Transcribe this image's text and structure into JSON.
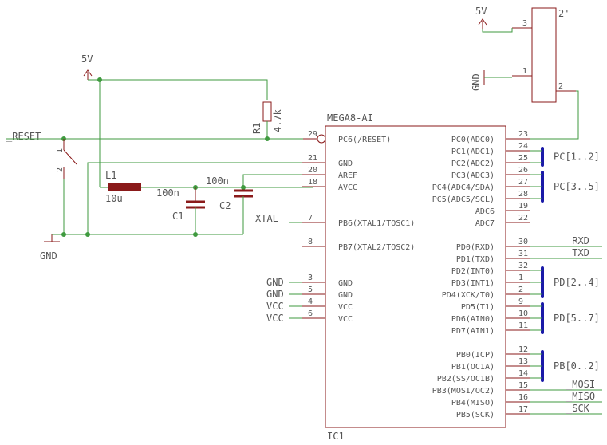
{
  "supply": {
    "vcc_top": "5V",
    "vcc_left": "5V",
    "gnd_top": "GND",
    "gnd_bottom": "GND"
  },
  "reset_net": "_RESET",
  "switch": {
    "pin1": "1",
    "pin2": "2"
  },
  "r1": {
    "name": "R1",
    "value": "4.7k"
  },
  "l1": {
    "name": "L1",
    "value": "10u"
  },
  "c1": {
    "name": "C1",
    "value": "100n"
  },
  "c2": {
    "name": "C2",
    "value": "100n"
  },
  "xtal_net": "XTAL",
  "connector": {
    "name": "2'",
    "pins": [
      "3",
      "1",
      "2"
    ]
  },
  "ic": {
    "name": "MEGA8-AI",
    "ref": "IC1"
  },
  "left_pins": [
    {
      "num": "29",
      "label": "PC6(/RESET)"
    },
    {
      "num": "21",
      "label": "GND"
    },
    {
      "num": "20",
      "label": "AREF"
    },
    {
      "num": "18",
      "label": "AVCC"
    },
    {
      "num": "7",
      "label": "PB6(XTAL1/TOSC1)"
    },
    {
      "num": "8",
      "label": "PB7(XTAL2/TOSC2)"
    },
    {
      "num": "3",
      "label": "GND"
    },
    {
      "num": "5",
      "label": "GND"
    },
    {
      "num": "4",
      "label": "VCC"
    },
    {
      "num": "6",
      "label": "VCC"
    }
  ],
  "left_nets": [
    "GND",
    "GND",
    "VCC",
    "VCC"
  ],
  "right_pins": [
    {
      "num": "23",
      "label": "PC0(ADC0)"
    },
    {
      "num": "24",
      "label": "PC1(ADC1)"
    },
    {
      "num": "25",
      "label": "PC2(ADC2)"
    },
    {
      "num": "26",
      "label": "PC3(ADC3)"
    },
    {
      "num": "27",
      "label": "PC4(ADC4/SDA)"
    },
    {
      "num": "28",
      "label": "PC5(ADC5/SCL)"
    },
    {
      "num": "19",
      "label": "ADC6"
    },
    {
      "num": "22",
      "label": "ADC7"
    },
    {
      "num": "30",
      "label": "PD0(RXD)"
    },
    {
      "num": "31",
      "label": "PD1(TXD)"
    },
    {
      "num": "32",
      "label": "PD2(INT0)"
    },
    {
      "num": "1",
      "label": "PD3(INT1)"
    },
    {
      "num": "2",
      "label": "PD4(XCK/T0)"
    },
    {
      "num": "9",
      "label": "PD5(T1)"
    },
    {
      "num": "10",
      "label": "PD6(AIN0)"
    },
    {
      "num": "11",
      "label": "PD7(AIN1)"
    },
    {
      "num": "12",
      "label": "PB0(ICP)"
    },
    {
      "num": "13",
      "label": "PB1(OC1A)"
    },
    {
      "num": "14",
      "label": "PB2(SS/OC1B)"
    },
    {
      "num": "15",
      "label": "PB3(MOSI/OC2)"
    },
    {
      "num": "16",
      "label": "PB4(MISO)"
    },
    {
      "num": "17",
      "label": "PB5(SCK)"
    }
  ],
  "buses": [
    "PC[1..2]",
    "PC[3..5]",
    "PD[2..4]",
    "PD[5..7]",
    "PB[0..2]"
  ],
  "nets_right": [
    "_RXD",
    "_TXD",
    "_MOSI",
    "_MISO",
    "_SCK"
  ]
}
